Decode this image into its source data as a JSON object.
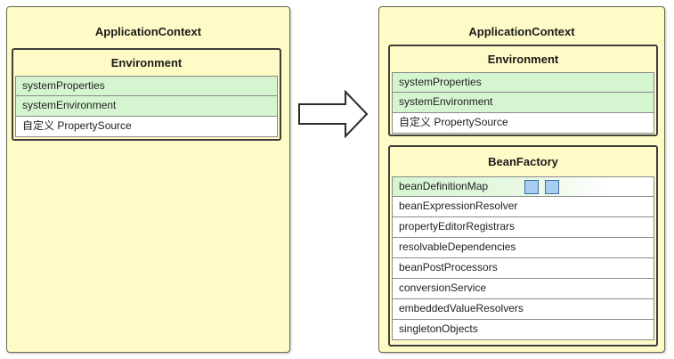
{
  "left": {
    "title": "ApplicationContext",
    "environment": {
      "title": "Environment",
      "rows": [
        "systemProperties",
        "systemEnvironment",
        "自定义 PropertySource"
      ]
    }
  },
  "right": {
    "title": "ApplicationContext",
    "environment": {
      "title": "Environment",
      "rows": [
        "systemProperties",
        "systemEnvironment",
        "自定义 PropertySource"
      ]
    },
    "bean_factory": {
      "title": "BeanFactory",
      "rows": [
        "beanDefinitionMap",
        "beanExpressionResolver",
        "propertyEditorRegistrars",
        "resolvableDependencies",
        "beanPostProcessors",
        "conversionService",
        "embeddedValueResolvers",
        "singletonObjects"
      ]
    }
  },
  "colors": {
    "context_fill": "#fffbc7",
    "highlight_row": "#d5f5d0",
    "map_entry": "#a8cdf2"
  }
}
